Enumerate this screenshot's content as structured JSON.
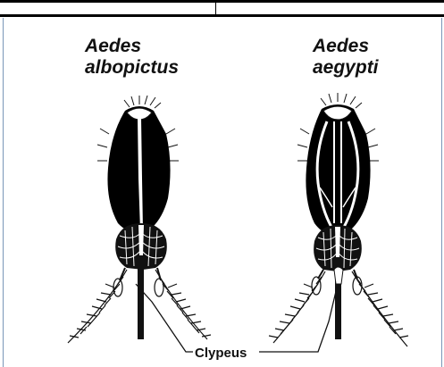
{
  "species": [
    {
      "genus": "Aedes",
      "name": "albopictus"
    },
    {
      "genus": "Aedes",
      "name": "aegypti"
    }
  ],
  "callout": {
    "label": "Clypeus"
  }
}
